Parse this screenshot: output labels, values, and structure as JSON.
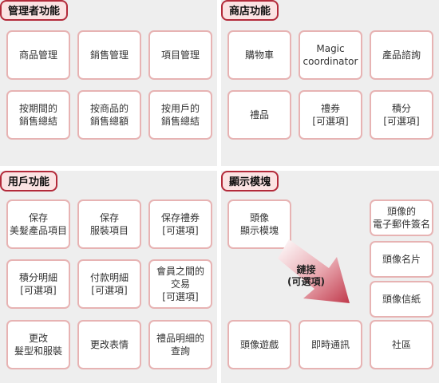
{
  "panels": {
    "admin": {
      "title": "管理者功能",
      "boxes": [
        "商品管理",
        "銷售管理",
        "項目管理",
        "按期間的\n銷售總結",
        "按商品的\n銷售總額",
        "按用戶的\n銷售總結"
      ]
    },
    "store": {
      "title": "商店功能",
      "boxes": [
        "購物車",
        "Magic\ncoordinator",
        "產品諮詢",
        "禮品",
        "禮券\n[可選項]",
        "積分\n[可選項]"
      ]
    },
    "user": {
      "title": "用戶功能",
      "boxes": [
        "保存\n美髮產品項目",
        "保存\n服裝項目",
        "保存禮券\n[可選項]",
        "積分明細\n[可選項]",
        "付款明細\n[可選項]",
        "會員之間的\n交易\n[可選項]",
        "更改\n髮型和服裝",
        "更改表情",
        "禮品明細的\n查詢"
      ]
    },
    "avatar": {
      "title": "顯示模塊",
      "boxes": [
        "頭像\n顯示模塊",
        "頭像的\n電子郵件簽名",
        "頭像名片",
        "頭像信紙",
        "頭像遊戲",
        "即時通訊",
        "社區"
      ],
      "arrow_label": "鏈接\n(可選項)"
    }
  },
  "colors": {
    "panel_bg": "#eeeeee",
    "title_bg": "#fbe3e3",
    "title_border": "#b32a3a",
    "box_border": "#e7b3b3",
    "arrow": "#c0394b"
  }
}
